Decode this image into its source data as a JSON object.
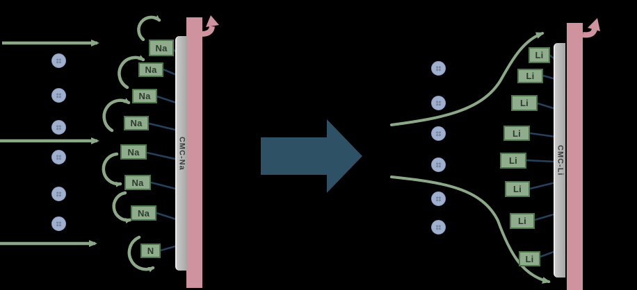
{
  "left_panel": {
    "membrane_label": "CMC-Na",
    "attached_boxes": [
      "Na",
      "Na",
      "Na",
      "Na",
      "Na",
      "Na",
      "Na",
      "N"
    ],
    "free_ion_count": 6,
    "inflow_arrow_count": 3
  },
  "right_panel": {
    "membrane_label": "CMC-Li",
    "attached_boxes": [
      "Li",
      "Li",
      "Li",
      "Li",
      "Li",
      "Li",
      "Li",
      "Li"
    ],
    "free_ion_count": 6,
    "sweep_arrow_count": 2
  },
  "colors": {
    "background": "#000000",
    "box_fill": "#8FAC8C",
    "box_border": "#4E784B",
    "box_text": "#2F3A2F",
    "ion_fill": "#9FB0CE",
    "green_arrow": "#8BA987",
    "connector_line": "#24415E",
    "membrane_gray": "#ABABAB",
    "electrode_pink": "#CF93A0",
    "transition_arrow": "#2F5166"
  }
}
